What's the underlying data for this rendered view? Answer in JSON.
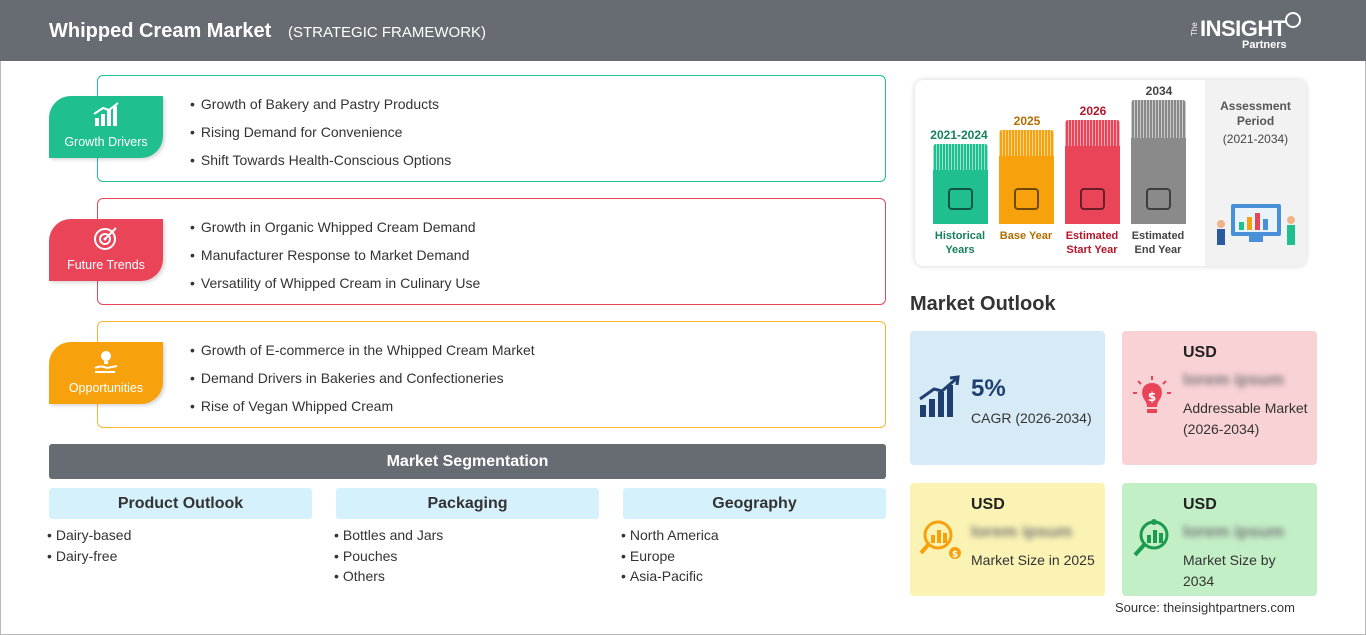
{
  "header": {
    "title": "Whipped Cream Market",
    "subtitle": "(STRATEGIC FRAMEWORK)",
    "logo": {
      "the": "The",
      "insight": "INSIGHT",
      "partners": "Partners"
    }
  },
  "framework": {
    "growth_drivers": {
      "label": "Growth Drivers",
      "color": "#1fbf8f",
      "items": [
        "Growth of Bakery and Pastry Products",
        "Rising Demand for Convenience",
        "Shift Towards Health-Conscious Options"
      ]
    },
    "future_trends": {
      "label": "Future Trends",
      "color": "#ea4459",
      "items": [
        "Growth in Organic Whipped Cream Demand",
        "Manufacturer Response to Market Demand",
        "Versatility of Whipped Cream in Culinary Use"
      ]
    },
    "opportunities": {
      "label": "Opportunities",
      "color": "#f7a20d",
      "items": [
        "Growth of E-commerce in the Whipped Cream Market",
        "Demand Drivers in Bakeries and Confectioneries",
        "Rise of Vegan Whipped Cream"
      ]
    }
  },
  "segmentation": {
    "title": "Market Segmentation",
    "columns": [
      {
        "heading": "Product Outlook",
        "items": [
          "Dairy-based",
          "Dairy-free"
        ]
      },
      {
        "heading": "Packaging",
        "items": [
          "Bottles and Jars",
          "Pouches",
          "Others"
        ]
      },
      {
        "heading": "Geography",
        "items": [
          "North America",
          "Europe",
          "Asia-Pacific"
        ]
      }
    ]
  },
  "timeline": {
    "assessment_title": "Assessment Period",
    "assessment_period": "(2021-2034)",
    "bars": [
      {
        "year": "2021-2024",
        "label": "Historical Years",
        "color": "#1fbf8f",
        "text_color": "#16805f",
        "icon": "history-icon"
      },
      {
        "year": "2025",
        "label": "Base Year",
        "color": "#f7a20d",
        "text_color": "#b36d00",
        "icon": "calendar-icon"
      },
      {
        "year": "2026",
        "label": "Estimated Start Year",
        "color": "#ea4459",
        "text_color": "#b3162b",
        "icon": "start-icon"
      },
      {
        "year": "2034",
        "label": "Estimated End Year",
        "color": "#8a8a8a",
        "text_color": "#444444",
        "icon": "monitor-icon"
      }
    ]
  },
  "outlook": {
    "title": "Market Outlook",
    "cagr": {
      "value": "5%",
      "label": "CAGR (2026-2034)",
      "bg": "#d7ebf7"
    },
    "addressable": {
      "currency": "USD",
      "value": "lorem ipsum",
      "label": "Addressable Market (2026-2034)",
      "bg": "#f9d2d6"
    },
    "size_2025": {
      "currency": "USD",
      "value": "lorem ipsum",
      "label": "Market Size in 2025",
      "bg": "#fbf3b4"
    },
    "size_2034": {
      "currency": "USD",
      "value": "lorem ipsum",
      "label": "Market Size by 2034",
      "bg": "#c3efc7"
    }
  },
  "source": "Source: theinsightpartners.com"
}
